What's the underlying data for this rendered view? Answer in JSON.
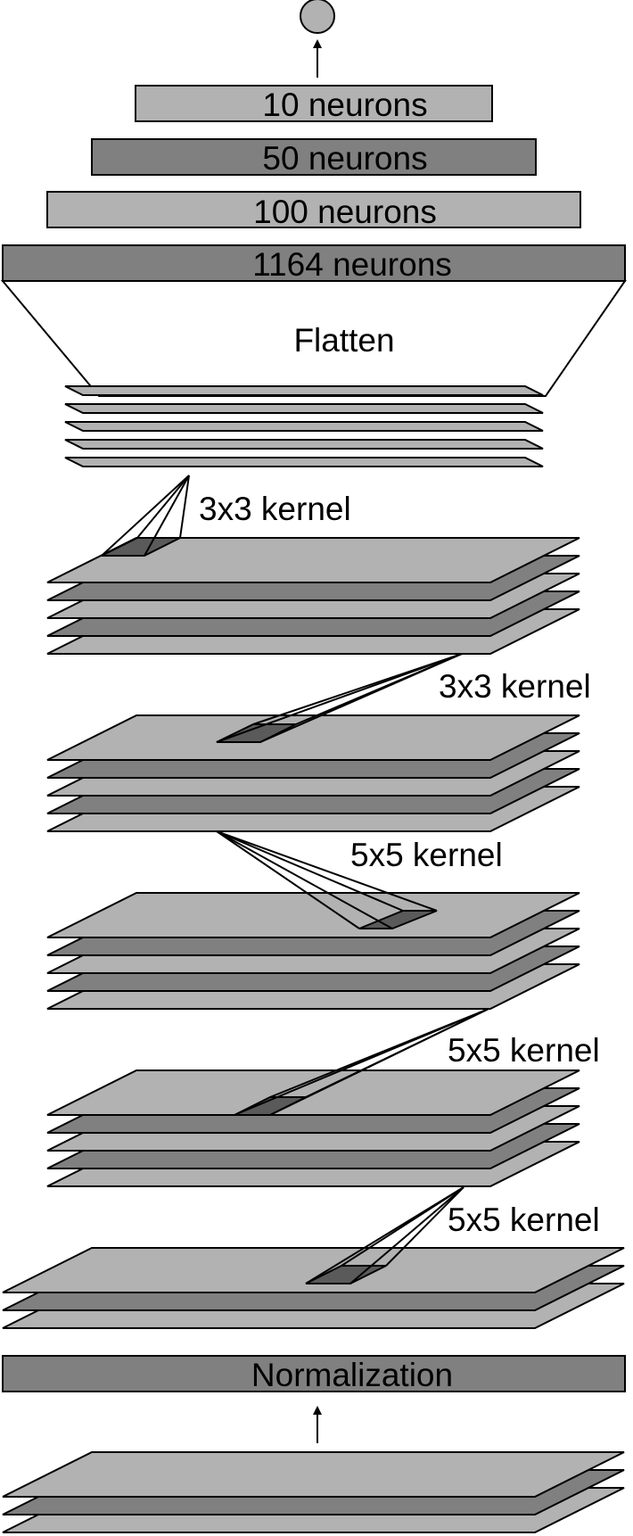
{
  "colors": {
    "light": "#b2b2b2",
    "dark": "#808080",
    "darkest": "#5a5a5a",
    "line": "#000000",
    "background": "#ffffff"
  },
  "dense_layers": [
    {
      "label": "10 neurons",
      "shade": "light"
    },
    {
      "label": "50 neurons",
      "shade": "dark"
    },
    {
      "label": "100 neurons",
      "shade": "light"
    },
    {
      "label": "1164 neurons",
      "shade": "dark"
    }
  ],
  "flatten_label": "Flatten",
  "kernel_labels": [
    "3x3 kernel",
    "3x3 kernel",
    "5x5 kernel",
    "5x5 kernel",
    "5x5 kernel"
  ],
  "normalization_label": "Normalization",
  "feature_map_stacks": [
    {
      "planes": 5,
      "shades": [
        "light",
        "light",
        "light",
        "light",
        "light"
      ]
    },
    {
      "planes": 5,
      "shades": [
        "light",
        "dark",
        "light",
        "dark",
        "light"
      ]
    },
    {
      "planes": 5,
      "shades": [
        "light",
        "dark",
        "light",
        "dark",
        "light"
      ]
    },
    {
      "planes": 5,
      "shades": [
        "light",
        "dark",
        "light",
        "dark",
        "light"
      ]
    },
    {
      "planes": 5,
      "shades": [
        "light",
        "dark",
        "light",
        "dark",
        "light"
      ]
    },
    {
      "planes": 3,
      "shades": [
        "light",
        "dark",
        "light"
      ]
    },
    {
      "planes": 3,
      "shades": [
        "light",
        "dark",
        "light"
      ]
    }
  ]
}
